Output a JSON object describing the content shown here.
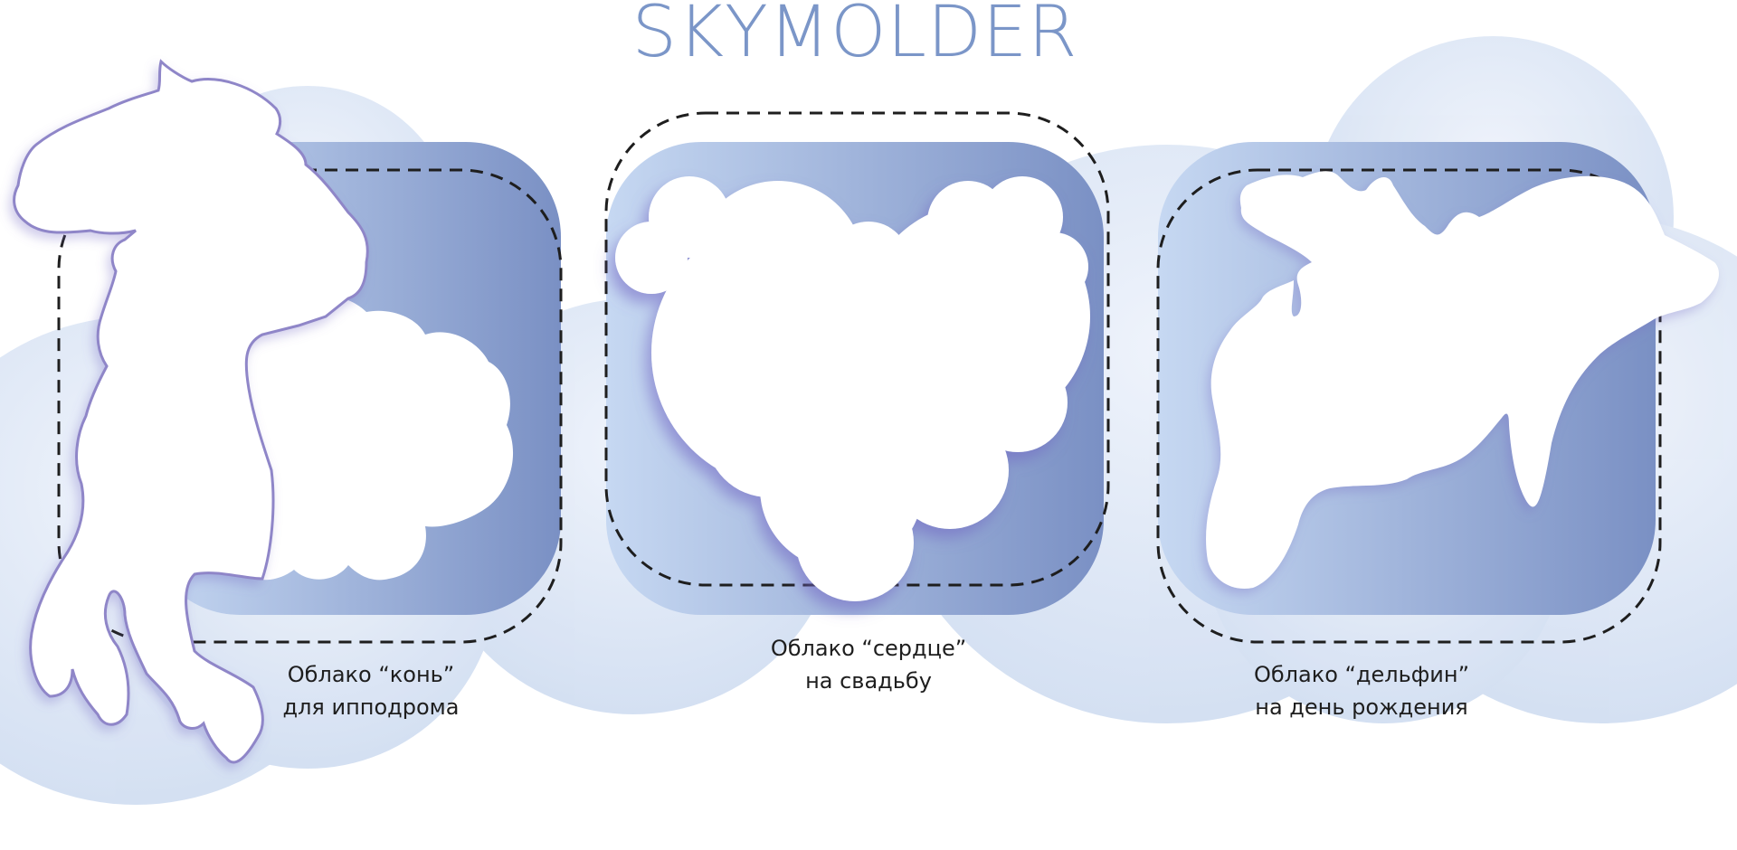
{
  "brand": {
    "title": "SKYMOLDER"
  },
  "cards": [
    {
      "name": "horse",
      "caption_line1": "Облако “конь”",
      "caption_line2": "для ипподрома"
    },
    {
      "name": "heart",
      "caption_line1": "Облако “сердце”",
      "caption_line2": "на свадьбу"
    },
    {
      "name": "dolphin",
      "caption_line1": "Облако “дельфин”",
      "caption_line2": "на день рождения"
    }
  ],
  "colors": {
    "title": "#7b96c8",
    "card_light": "#bcd0ee",
    "card_dark": "#7a90c4",
    "background_cloud": "#dfe8f6",
    "outline": "#8f86c8",
    "shadow": "#7a6fc6"
  }
}
